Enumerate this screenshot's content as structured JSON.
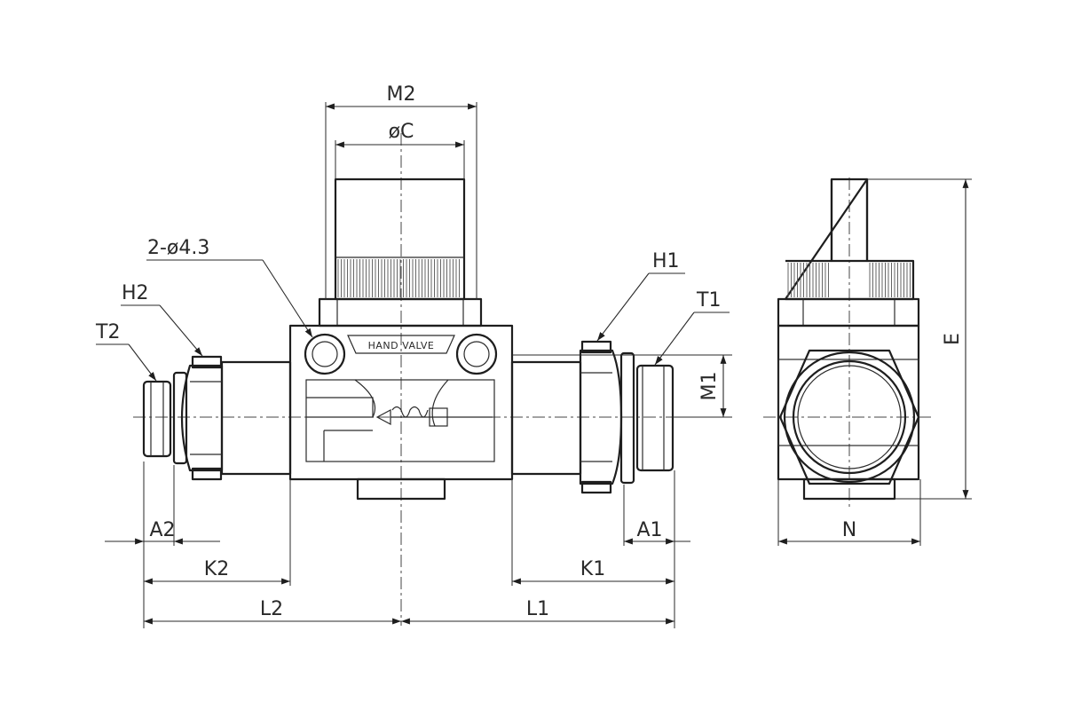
{
  "labels": {
    "M2": "M2",
    "phiC": "øC",
    "holes": "2-ø4.3",
    "H2": "H2",
    "T2": "T2",
    "H1": "H1",
    "T1": "T1",
    "M1": "M1",
    "A2": "A2",
    "K2": "K2",
    "L2": "L2",
    "L1": "L1",
    "K1": "K1",
    "A1": "A1",
    "N": "N",
    "E": "E",
    "body_text": "HAND VALVE"
  },
  "colors": {
    "line": "#1e1e1e",
    "background": "#ffffff"
  }
}
